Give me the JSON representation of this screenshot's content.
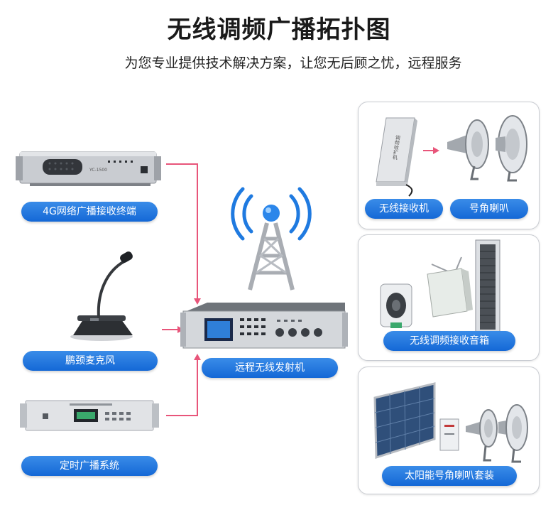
{
  "title": "无线调频广播拓扑图",
  "subtitle": "为您专业提供技术解决方案，让您无后顾之忧，远程服务",
  "left_devices": [
    {
      "label": "4G网络广播接收终端",
      "panel_text": "YC-1500"
    },
    {
      "label": "鹏颈麦克风"
    },
    {
      "label": "定时广播系统"
    }
  ],
  "center": {
    "label": "远程无线发射机"
  },
  "right_panels": [
    {
      "items": [
        {
          "label": "无线接收机",
          "device_text": "调频收扩机"
        },
        {
          "label": "号角喇叭"
        }
      ]
    },
    {
      "items": [
        {
          "label": "无线调频接收音箱"
        }
      ]
    },
    {
      "items": [
        {
          "label": "太阳能号角喇叭套装"
        }
      ]
    }
  ],
  "colors": {
    "pill": "#1a6fde",
    "connector": "#e8557a",
    "tower": "#a9adb3",
    "signal": "#1f7ae0"
  }
}
